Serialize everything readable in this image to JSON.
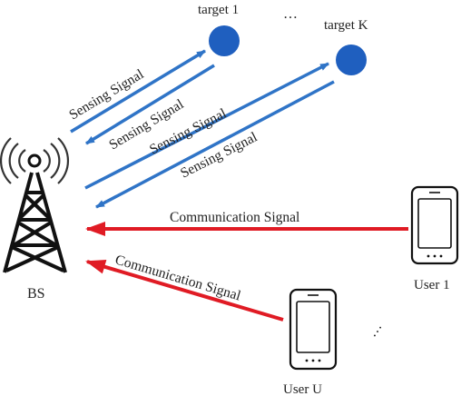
{
  "targets": {
    "first_label": "target 1",
    "last_label": "target K",
    "ellipsis": "…",
    "color": "#1f5fbf"
  },
  "sensing": {
    "label_1": "Sensing Signal",
    "label_2": "Sensing Signal",
    "label_3": "Sensing Signal",
    "label_4": "Sensing Signal",
    "color": "#2f74c7"
  },
  "communication": {
    "label_1": "Communication Signal",
    "label_2": "Communication Signal",
    "color": "#e01b24"
  },
  "base_station": {
    "label": "BS"
  },
  "users": {
    "user_1_label": "User 1",
    "user_u_label": "User U",
    "ellipsis": "…"
  }
}
